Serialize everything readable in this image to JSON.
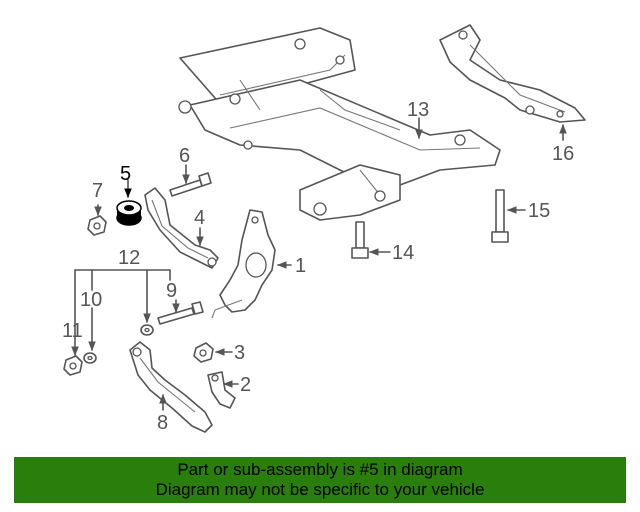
{
  "diagram": {
    "labels": {
      "p1": "1",
      "p2": "2",
      "p3": "3",
      "p4": "4",
      "p5": "5",
      "p6": "6",
      "p7": "7",
      "p8": "8",
      "p9": "9",
      "p10": "10",
      "p11": "11",
      "p12": "12",
      "p13": "13",
      "p14": "14",
      "p15": "15",
      "p16": "16"
    },
    "highlighted_part": "5",
    "colors": {
      "line": "#555555",
      "highlight": "#000000"
    }
  },
  "banner": {
    "line1": "Part or sub-assembly is #5 in diagram",
    "line2": "Diagram may not be specific to your vehicle",
    "background": "#2a7e0c"
  }
}
